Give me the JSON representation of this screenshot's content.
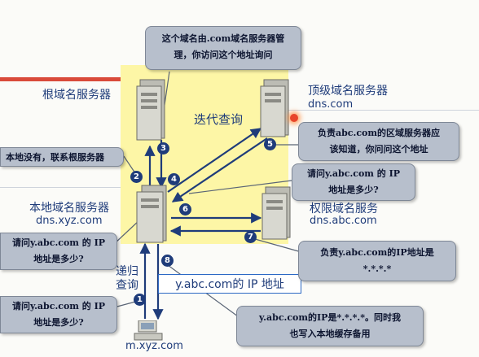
{
  "labels": {
    "root_server": "根域名服务器",
    "tld_server": "顶级域名服务器",
    "tld_domain": "dns.com",
    "local_server": "本地域名服务器",
    "local_domain": "dns.xyz.com",
    "auth_server": "权限域名服务",
    "auth_domain": "dns.abc.com",
    "client_domain": "m.xyz.com",
    "iterative_query": "迭代查询",
    "recursive_query": "递归查询"
  },
  "callouts": {
    "root_reply_line1": "这个域名由.com域名服务器管",
    "root_reply_line2": "理，你访问这个地址询问",
    "local_no_record": "本地没有，联系根服务器",
    "tld_reply_line1": "负责abc.com的区域服务器应",
    "tld_reply_line2": "该知道，你问问这个地址",
    "ask_auth_line1": "请问y.abc.com 的 IP",
    "ask_auth_line2": "地址是多少?",
    "ask_local_line1": "请问y.abc.com 的 IP",
    "ask_local_line2": "地址是多少?",
    "auth_reply_line1": "负责y.abc.com的IP地址是",
    "auth_reply_line2": "*.*.*.*",
    "ask_client_line1": "请问y.abc.com 的 IP",
    "ask_client_line2": "地址是多少?",
    "final_reply_line1": "y.abc.com的IP是*.*.*.*。同时我",
    "final_reply_line2": "也写入本地缓存备用"
  },
  "ip_box": "y.abc.com的 IP 地址",
  "steps": [
    "1",
    "2",
    "3",
    "4",
    "5",
    "6",
    "7",
    "8"
  ],
  "colors": {
    "highlight": "#fdf6a6",
    "arrow": "#1f3c7a",
    "text": "#1f3c7a",
    "callout_bg": "#b7bfcc",
    "accent_red": "#d94a3a"
  },
  "icons": {
    "server": "server-tower-icon",
    "client": "desktop-computer-icon"
  }
}
